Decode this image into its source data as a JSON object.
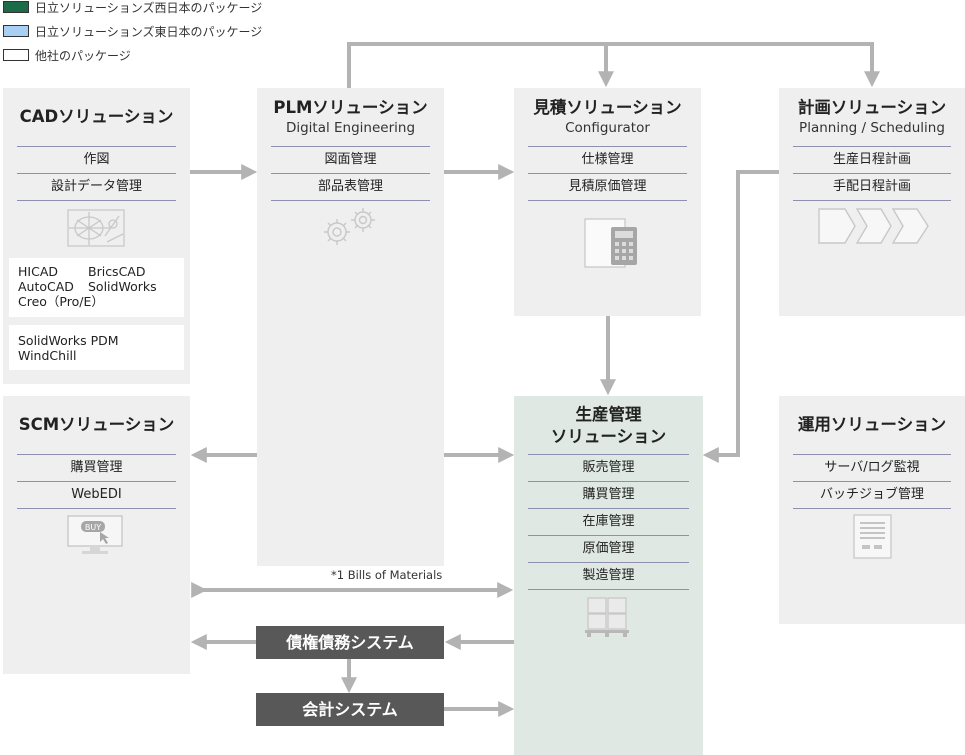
{
  "legend": [
    {
      "label": "日立ソリューションズ西日本のパッケージ",
      "color": "#1e6b4a"
    },
    {
      "label": "日立ソリューションズ東日本のパッケージ",
      "color": "#a9cff2"
    },
    {
      "label": "他社のパッケージ",
      "color": "#ffffff"
    }
  ],
  "cad": {
    "title": "CADソリューション",
    "items": [
      "作図",
      "設計データ管理"
    ],
    "products1": [
      "HICAD",
      "BricsCAD",
      "AutoCAD",
      "SolidWorks",
      "Creo（Pro/E）"
    ],
    "products2": [
      "SolidWorks PDM",
      "WindChill"
    ]
  },
  "plm": {
    "title": "PLMソリューション",
    "subtitle": "Digital Engineering",
    "items": [
      "図面管理",
      "部品表管理"
    ]
  },
  "est": {
    "title": "見積ソリューション",
    "subtitle": "Configurator",
    "items": [
      "仕様管理",
      "見積原価管理"
    ]
  },
  "plan": {
    "title": "計画ソリューション",
    "subtitle": "Planning / Scheduling",
    "items": [
      "生産日程計画",
      "手配日程計画"
    ]
  },
  "scm": {
    "title": "SCMソリューション",
    "items": [
      "購買管理",
      "WebEDI"
    ],
    "buy_label": "BUY"
  },
  "prod": {
    "title_line1": "生産管理",
    "title_line2": "ソリューション",
    "items": [
      "販売管理",
      "購買管理",
      "在庫管理",
      "原価管理",
      "製造管理"
    ]
  },
  "ops": {
    "title": "運用ソリューション",
    "items": [
      "サーバ/ログ監視",
      "バッチジョブ管理"
    ]
  },
  "note": "*1  Bills of Materials",
  "debt": {
    "label": "債権債務システム"
  },
  "acct": {
    "label": "会計システム"
  },
  "colors": {
    "panel": "#efefef",
    "prod_panel": "#dfe8e3",
    "arrow": "#b3b3b3",
    "divider": "#8f8fb0",
    "dark_box": "#585858"
  }
}
